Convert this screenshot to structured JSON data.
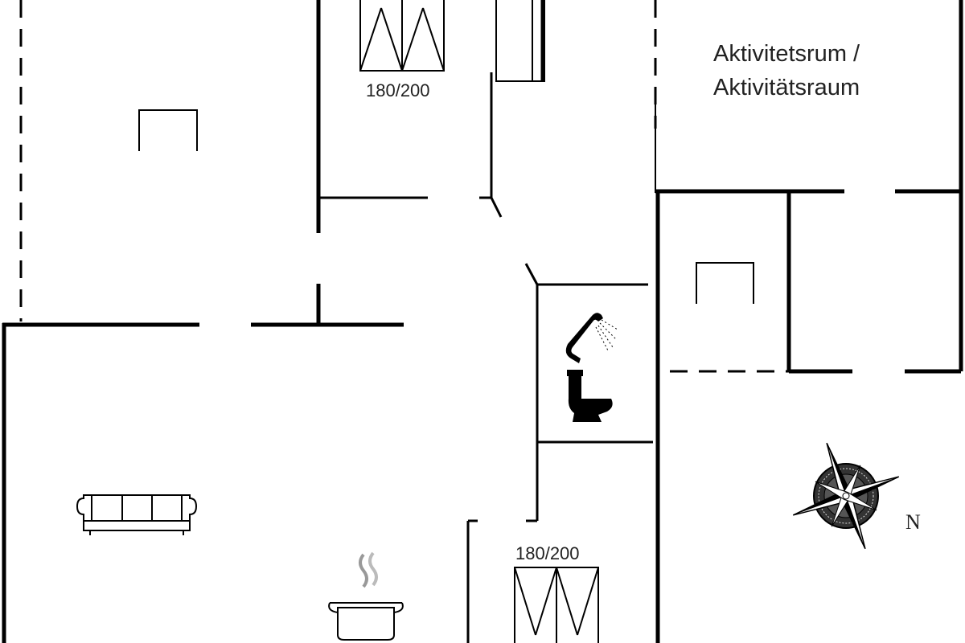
{
  "rooms": {
    "activity_room": {
      "label_line1": "Aktivitetsrum /",
      "label_line2": "Aktivitätsraum"
    }
  },
  "beds": {
    "top_bed_size": "180/200",
    "bottom_bed_size": "180/200"
  },
  "compass": {
    "north_label": "N"
  },
  "icons": {
    "shower": "shower-icon",
    "toilet": "toilet-icon",
    "sofa": "sofa-icon",
    "cooking_pot": "cooking-pot-icon",
    "compass": "compass-rose-icon"
  }
}
